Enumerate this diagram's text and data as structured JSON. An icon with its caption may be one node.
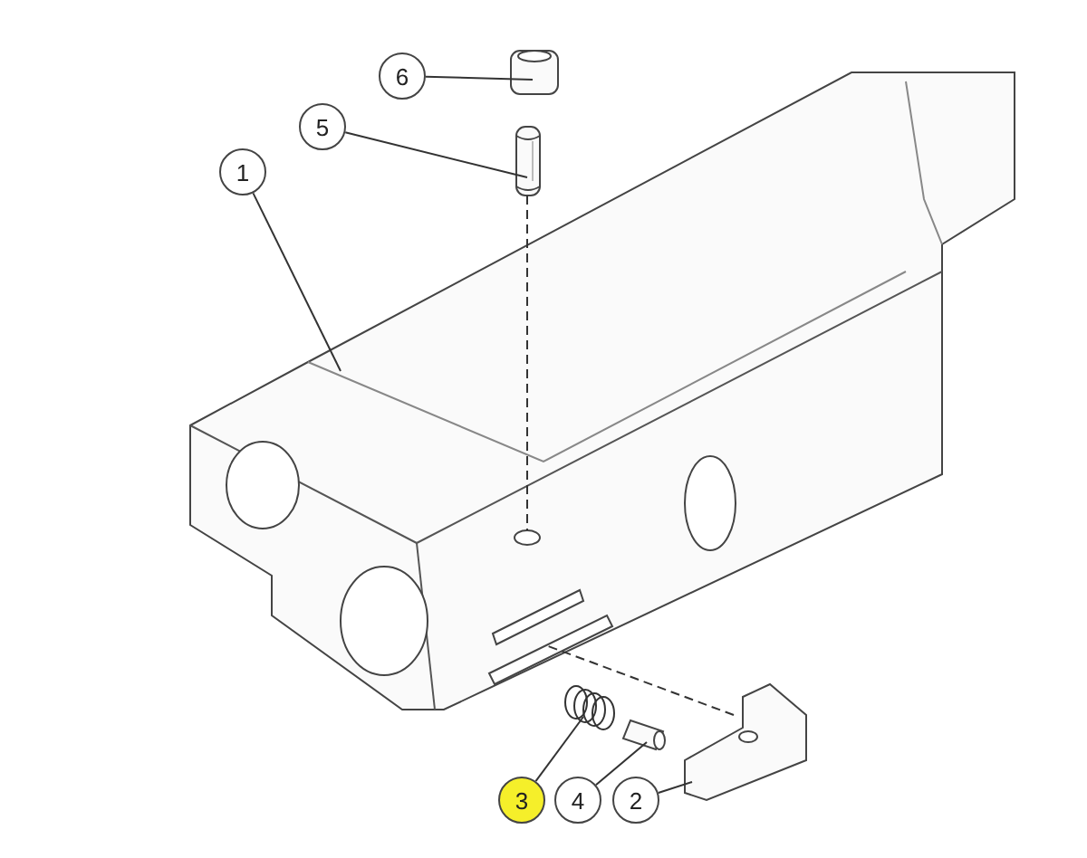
{
  "diagram": {
    "nodes": [
      {
        "text": [
          "1"
        ]
      },
      {
        "text": [
          "2"
        ]
      },
      {
        "text": [
          "3"
        ]
      },
      {
        "text": [
          "4"
        ]
      },
      {
        "text": [
          "5"
        ]
      },
      {
        "text": [
          "6"
        ]
      },
      {
        "text": [],
        "shape": "picture"
      },
      {
        "text": [],
        "shape": "picture"
      },
      {
        "text": [],
        "shape": "picture"
      },
      {
        "text": [],
        "shape": "picture"
      },
      {
        "text": [],
        "shape": "picture"
      },
      {
        "text": [],
        "shape": "picture"
      }
    ],
    "edges": [
      {
        "from": 0,
        "to": 6,
        "arrow": "none"
      },
      {
        "from": 1,
        "to": 7,
        "arrow": "none"
      },
      {
        "from": 2,
        "to": 8,
        "arrow": "none"
      },
      {
        "from": 3,
        "to": 9,
        "arrow": "none"
      },
      {
        "from": 4,
        "to": 10,
        "arrow": "none"
      },
      {
        "from": 5,
        "to": 11,
        "arrow": "none"
      },
      {
        "from": 10,
        "to": 6,
        "arrow": "none",
        "style": "dashed"
      },
      {
        "from": 7,
        "to": 6,
        "arrow": "none",
        "style": "dashed"
      }
    ]
  }
}
